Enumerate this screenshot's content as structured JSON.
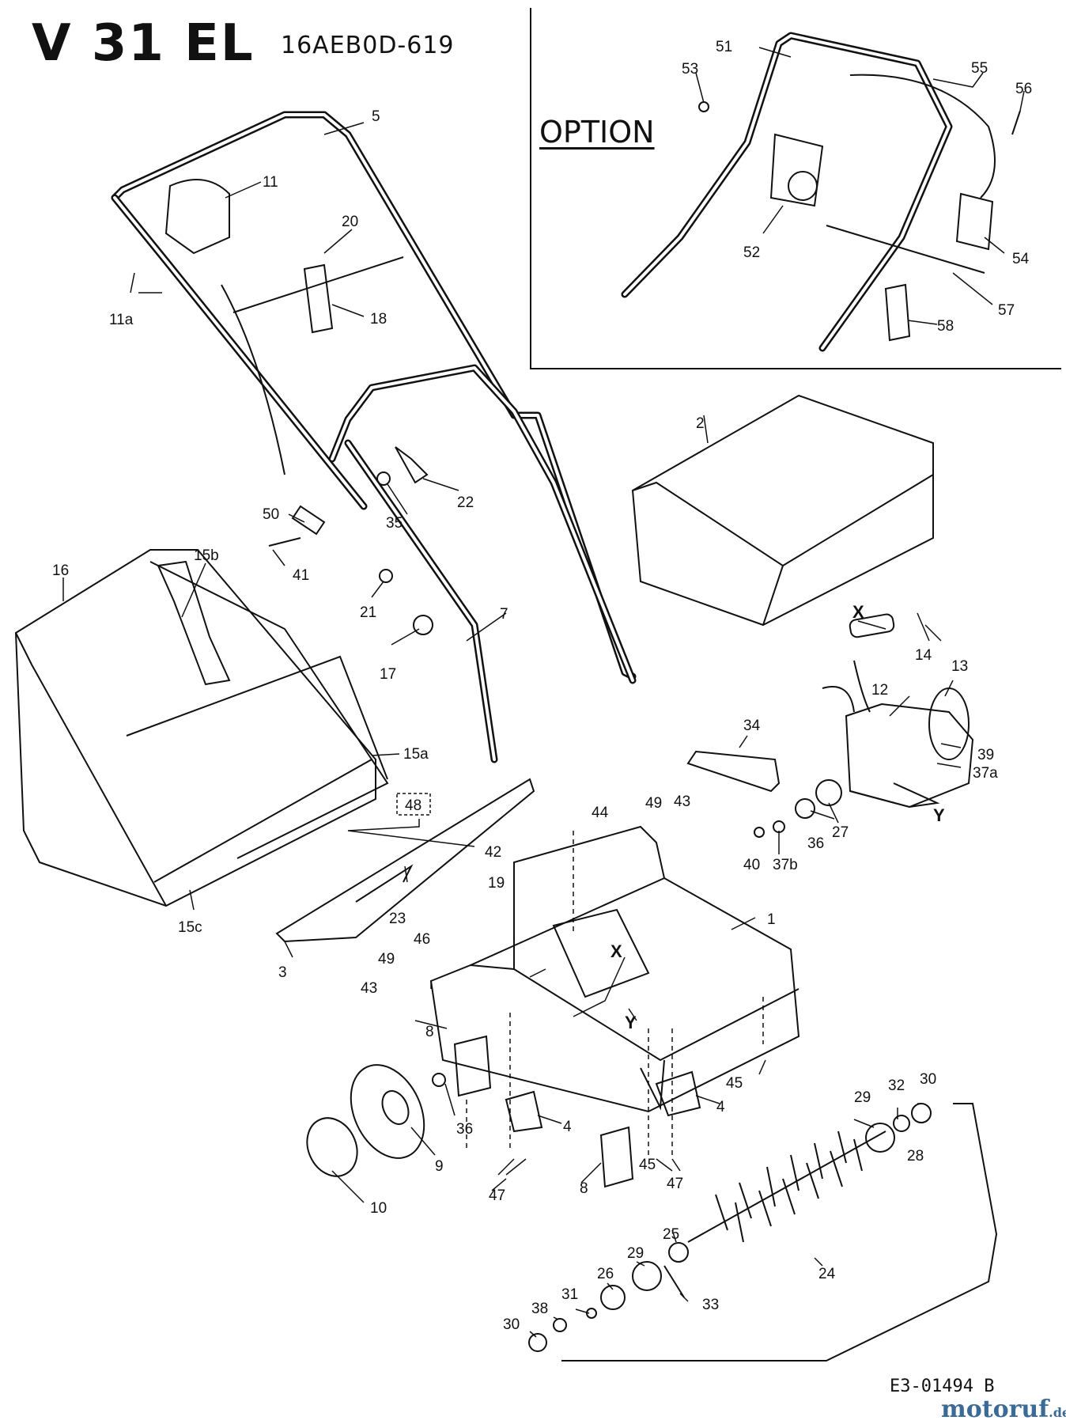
{
  "header": {
    "title": "V 31 EL",
    "model_number": "16AEB0D-619"
  },
  "option_box": {
    "label": "OPTION"
  },
  "footer": {
    "doc_code": "E3-01494 B",
    "brand": "motoruf",
    "brand_tld": ".de"
  },
  "callouts": {
    "c1": "1",
    "c2": "2",
    "c3": "3",
    "c4a": "4",
    "c4b": "4",
    "c5": "5",
    "c7": "7",
    "c8a": "8",
    "c8b": "8",
    "c9": "9",
    "c10": "10",
    "c11": "11",
    "c11a": "11a",
    "c12": "12",
    "c13": "13",
    "c14": "14",
    "c15a": "15a",
    "c15b": "15b",
    "c15c": "15c",
    "c16": "16",
    "c17": "17",
    "c18": "18",
    "c19": "19",
    "c20": "20",
    "c21": "21",
    "c22": "22",
    "c23": "23",
    "c24": "24",
    "c25": "25",
    "c26": "26",
    "c27": "27",
    "c28": "28",
    "c29a": "29",
    "c29b": "29",
    "c30a": "30",
    "c30b": "30",
    "c31": "31",
    "c32": "32",
    "c33": "33",
    "c34": "34",
    "c35": "35",
    "c36a": "36",
    "c36b": "36",
    "c37a": "37a",
    "c37b": "37b",
    "c38": "38",
    "c39": "39",
    "c40": "40",
    "c41": "41",
    "c42": "42",
    "c43a": "43",
    "c43b": "43",
    "c44": "44",
    "c45a": "45",
    "c45b": "45",
    "c46": "46",
    "c47a": "47",
    "c47b": "47",
    "c48": "48",
    "c49a": "49",
    "c49b": "49",
    "c50": "50",
    "c51": "51",
    "c52": "52",
    "c53": "53",
    "c54": "54",
    "c55": "55",
    "c56": "56",
    "c57": "57",
    "c58": "58",
    "mx1": "X",
    "mx2": "X",
    "my1": "Y",
    "my2": "Y"
  }
}
